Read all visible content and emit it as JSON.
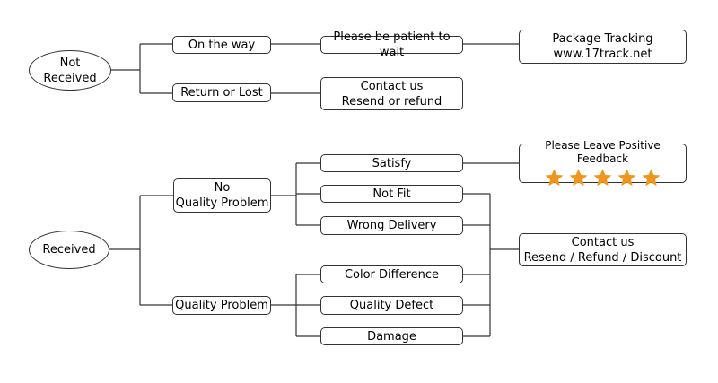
{
  "not_received": {
    "root": [
      "Not",
      "Received"
    ],
    "on_the_way": "On the way",
    "return_or_lost": "Return or Lost",
    "please_wait": "Please be patient to wait",
    "package_tracking": [
      "Package Tracking",
      "www.17track.net"
    ],
    "contact_resend": [
      "Contact us",
      "Resend or refund"
    ]
  },
  "received": {
    "root": "Received",
    "no_quality_problem": [
      "No",
      "Quality Problem"
    ],
    "quality_problem": "Quality Problem",
    "satisfy": "Satisfy",
    "not_fit": "Not Fit",
    "wrong_delivery": "Wrong Delivery",
    "color_difference": "Color Difference",
    "quality_defect": "Quality Defect",
    "damage": "Damage",
    "feedback": {
      "title": "Please Leave Positive Feedback",
      "star_rating": 5,
      "star_color": "#F0961E"
    },
    "contact": [
      "Contact us",
      "Resend / Refund / Discount"
    ]
  }
}
